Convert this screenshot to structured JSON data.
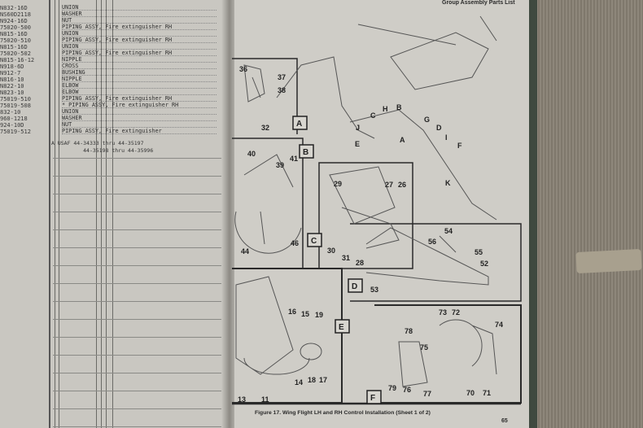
{
  "left_page": {
    "part_numbers": [
      "N832-16D",
      "NS60D2118",
      "N924-16D",
      "75020-500",
      "N815-16D",
      "75020-510",
      "N815-16D",
      "75020-502",
      "N815-16-12",
      "N918-6D",
      "N912-7",
      "N816-10",
      "N822-10",
      "N823-10",
      "75019-510",
      "75019-508",
      "832-10",
      "960-1218",
      "924-10D",
      "75019-512"
    ],
    "descriptions": [
      "UNION",
      "WASHER",
      "NUT",
      "PIPING ASSY, Fire extinguisher RH",
      "UNION",
      "PIPING ASSY, Fire extinguisher RH",
      "UNION",
      "PIPING ASSY, Fire extinguisher RH",
      "NIPPLE",
      "CROSS",
      "BUSHING",
      "NIPPLE",
      "ELBOW",
      "ELBOW",
      "PIPING ASSY, Fire extinguisher RH",
      "* PIPING ASSY, Fire extinguisher RH",
      "UNION",
      "WASHER",
      "NUT",
      "PIPING ASSY, Fire extinguisher"
    ],
    "note": "A USAF 44-34333 thru 44-35197\n          44-35198 thru 44-35996"
  },
  "right_page": {
    "header": "Group Assembly Parts List",
    "figure_caption": "Figure 17.  Wing Flight LH and RH Control Installation (Sheet 1 of 2)",
    "page_number": "65",
    "detail_labels": [
      "A",
      "B",
      "C",
      "D",
      "E",
      "F"
    ],
    "overview_letters": [
      "J",
      "C",
      "H",
      "B",
      "E",
      "A",
      "G",
      "D",
      "I",
      "F",
      "K"
    ],
    "callouts": [
      "36",
      "37",
      "38",
      "32",
      "40",
      "39",
      "41",
      "44",
      "46",
      "29",
      "27",
      "26",
      "30",
      "31",
      "28",
      "54",
      "56",
      "55",
      "52",
      "53",
      "16",
      "15",
      "19",
      "14",
      "18",
      "17",
      "13",
      "11",
      "78",
      "73",
      "72",
      "74",
      "75",
      "79",
      "76",
      "77",
      "70",
      "71"
    ]
  }
}
